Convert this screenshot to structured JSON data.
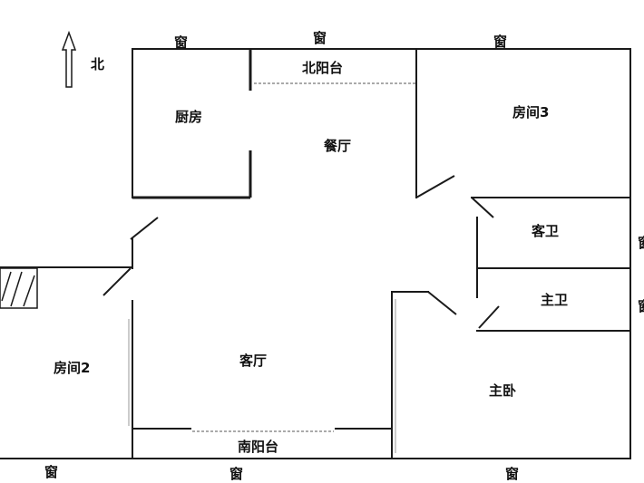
{
  "compass": {
    "label": "北"
  },
  "rooms": {
    "kitchen": "厨房",
    "north_balcony": "北阳台",
    "dining": "餐厅",
    "room3": "房间3",
    "guest_bath": "客卫",
    "master_bath": "主卫",
    "living": "客厅",
    "room2": "房间2",
    "master_bedroom": "主卧",
    "south_balcony": "南阳台"
  },
  "windows": {
    "top_left": "窗",
    "top_middle": "窗",
    "top_right": "窗",
    "right_upper": "窗",
    "right_lower": "窗",
    "bottom_left": "窗",
    "bottom_middle": "窗",
    "bottom_right": "窗"
  }
}
